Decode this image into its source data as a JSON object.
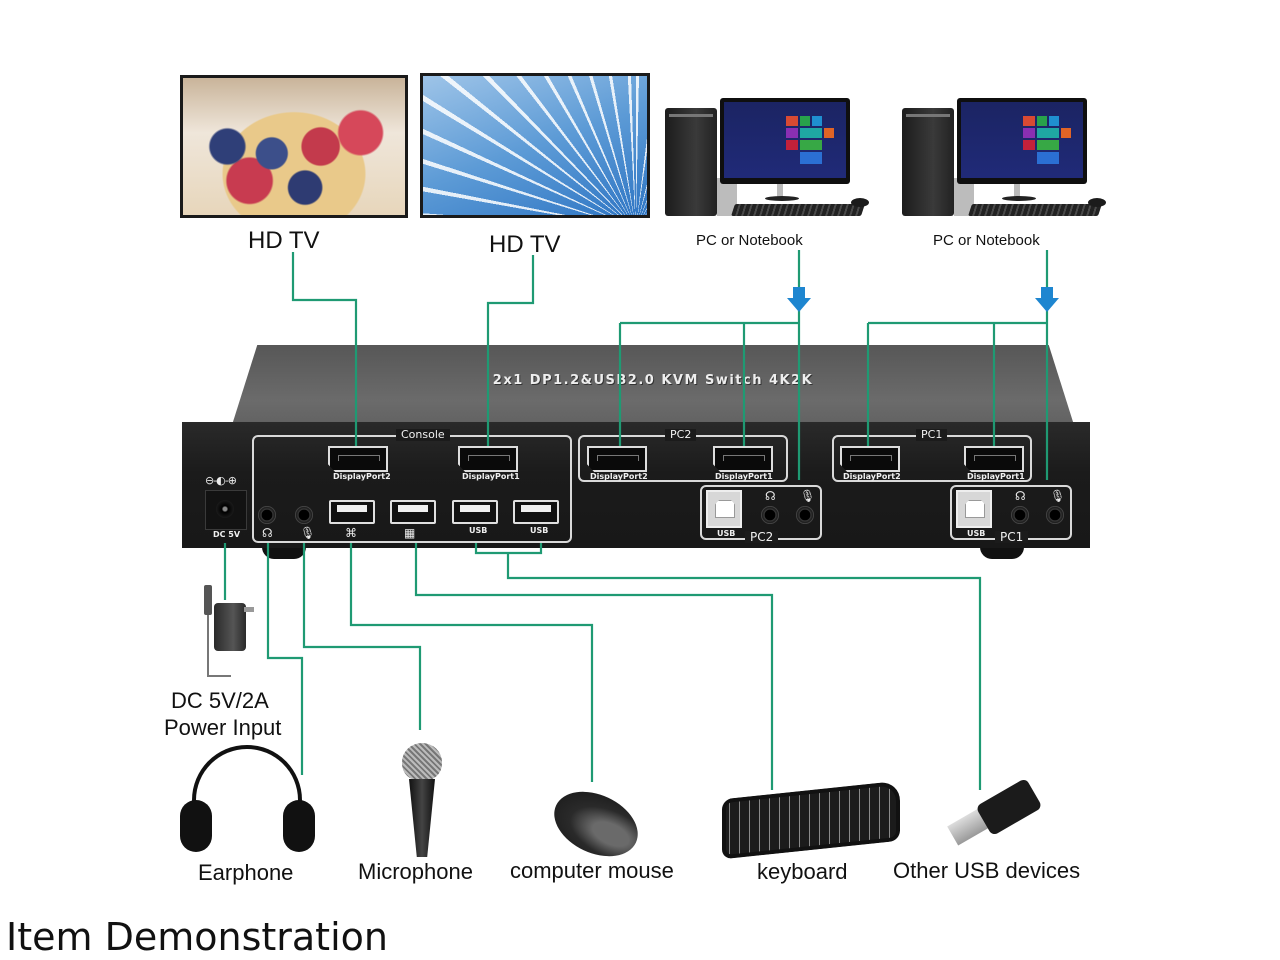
{
  "diagram": {
    "footer_title": "Item Demonstration",
    "wire_color": "#1f9a73",
    "arrow_color": "#1e86d0",
    "displays": [
      {
        "label": "HD TV",
        "content": "fruit bowl image"
      },
      {
        "label": "HD TV",
        "content": "ferris wheel image"
      }
    ],
    "computers": [
      {
        "label": "PC or Notebook"
      },
      {
        "label": "PC or Notebook"
      }
    ],
    "kvm": {
      "title": "2x1 DP1.2&USB2.0 KVM Switch 4K2K",
      "power_label": "DC 5V",
      "polarity_icon": "⊖-€-⊕",
      "groups": {
        "console": {
          "label": "Console",
          "ports": [
            "DisplayPort2",
            "DisplayPort1"
          ],
          "usb_labels": [
            "USB",
            "USB"
          ]
        },
        "pc2": {
          "label": "PC2",
          "ports": [
            "DisplayPort2",
            "DisplayPort1"
          ],
          "usb_label": "USB",
          "sub_label": "PC2"
        },
        "pc1": {
          "label": "PC1",
          "ports": [
            "DisplayPort2",
            "DisplayPort1"
          ],
          "usb_label": "USB",
          "sub_label": "PC1"
        }
      }
    },
    "peripherals": [
      {
        "id": "power",
        "label_line1": "DC 5V/2A",
        "label_line2": "Power Input"
      },
      {
        "id": "earphone",
        "label": "Earphone"
      },
      {
        "id": "microphone",
        "label": "Microphone"
      },
      {
        "id": "mouse",
        "label": "computer mouse"
      },
      {
        "id": "keyboard",
        "label": "keyboard"
      },
      {
        "id": "usb",
        "label": "Other USB devices"
      }
    ]
  }
}
